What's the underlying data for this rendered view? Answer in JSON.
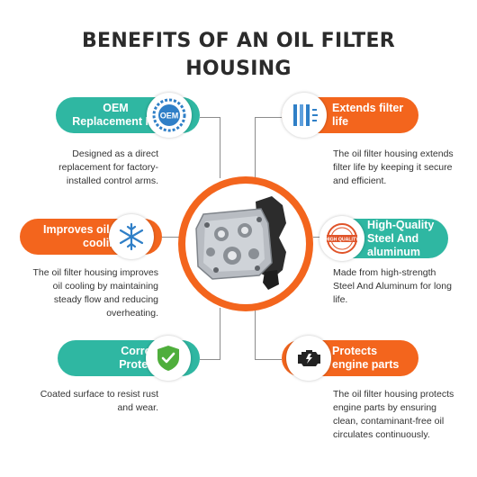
{
  "title": {
    "line1": "BENEFITS OF AN OIL FILTER",
    "line2": "HOUSING"
  },
  "benefits": [
    {
      "label1": "OEM",
      "label2": "Replacement Fit",
      "icon": "oem-badge-icon",
      "badge_text": "OEM",
      "desc": [
        "Designed as a direct",
        "replacement for factory-",
        "installed control arms."
      ]
    },
    {
      "label1": "Extends filter",
      "label2": "life",
      "icon": "filter-icon",
      "desc": [
        "The oil filter housing extends",
        "filter life by keeping it secure",
        "and efficient."
      ]
    },
    {
      "label1": "Improves oil",
      "label2": "cooling",
      "icon": "snowflake-icon",
      "desc": [
        "The oil filter housing improves",
        "oil cooling by maintaining",
        "steady flow and reducing",
        "overheating."
      ]
    },
    {
      "label1": "High-Quality",
      "label2": "Steel And",
      "label3": "aluminum",
      "icon": "quality-stamp-icon",
      "badge_text": "HIGH QUALITY",
      "desc": [
        "Made from high-strength",
        "Steel And Aluminum for long",
        "life."
      ]
    },
    {
      "label1": "Corrosion",
      "label2": "Protection",
      "icon": "shield-check-icon",
      "desc": [
        "Coated surface to resist rust",
        "and wear."
      ]
    },
    {
      "label1": "Protects",
      "label2": "engine parts",
      "icon": "engine-icon",
      "desc": [
        "The oil filter housing protects",
        "engine parts by ensuring",
        "clean, contaminant-free oil",
        "circulates continuously."
      ]
    }
  ],
  "colors": {
    "teal": "#2fb7a2",
    "orange": "#f3651d",
    "title": "#2b2b2b",
    "line": "#8c8c8c"
  },
  "center_image": "oil-filter-housing-image"
}
